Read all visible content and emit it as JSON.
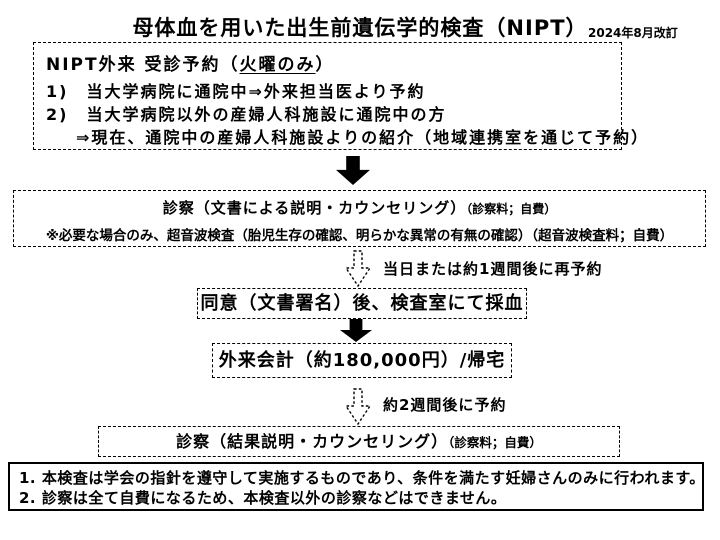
{
  "title": {
    "main": "母体血を用いた出生前遺伝学的検査（NIPT）",
    "revision": "2024年8月改訂"
  },
  "reservation_box": {
    "heading_prefix": "NIPT外来 受診予約（",
    "heading_underlined": "火曜のみ",
    "heading_suffix": "）",
    "items": [
      "1)　当大学病院に通院中⇒外来担当医より予約",
      "2)　当大学病院以外の産婦人科施設に通院中の方",
      "⇒現在、通院中の産婦人科施設よりの紹介（地域連携室を通じて予約）"
    ]
  },
  "first_exam_box": {
    "main": "診察（文書による説明・カウンセリング）",
    "fee_note": "（診察料；自費）",
    "ultrasound_note": "※必要な場合のみ、超音波検査（胎児生存の確認、明らかな異常の有無の確認）（超音波検査料；自費）"
  },
  "rebook_label": "当日または約1週間後に再予約",
  "consent_box": {
    "label": "同意（文書署名）後、検査室にて採血"
  },
  "payment_box": {
    "label": "外来会計（約180,000円）/帰宅"
  },
  "result_wait_label": "約2週間後に予約",
  "result_exam_box": {
    "main": "診察（結果説明・カウンセリング）",
    "fee_note": "（診察料；自費）"
  },
  "notes_box": {
    "lines": [
      "1. 本検査は学会の指針を遵守して実施するものであり、条件を満たす妊婦さんのみに行われます。",
      "2. 診察は全て自費になるため、本検査以外の診察などはできません。"
    ]
  },
  "colors": {
    "ink": "#000000",
    "background": "#ffffff"
  }
}
